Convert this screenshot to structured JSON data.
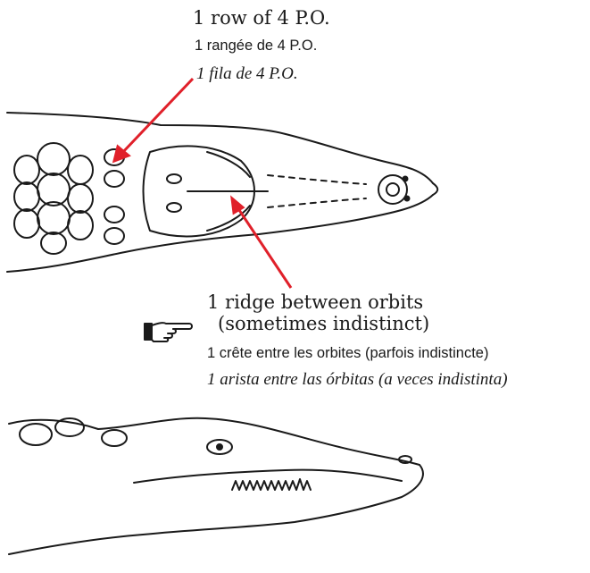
{
  "callouts": {
    "postoccipital": {
      "en": "1 row of 4 P.O.",
      "fr": "1 rangée de 4 P.O.",
      "es": "1 fila de 4 P.O."
    },
    "ridge": {
      "en_line1": "1 ridge between orbits",
      "en_line2": "(sometimes indistinct)",
      "fr": "1 crête entre les orbites (parfois indistincte)",
      "es": "1 arista entre las órbitas (a veces indistinta)"
    }
  },
  "icons": {
    "note": "pointing-hand-icon"
  },
  "colors": {
    "arrow": "#e0202a",
    "ink": "#1a1a1a"
  }
}
